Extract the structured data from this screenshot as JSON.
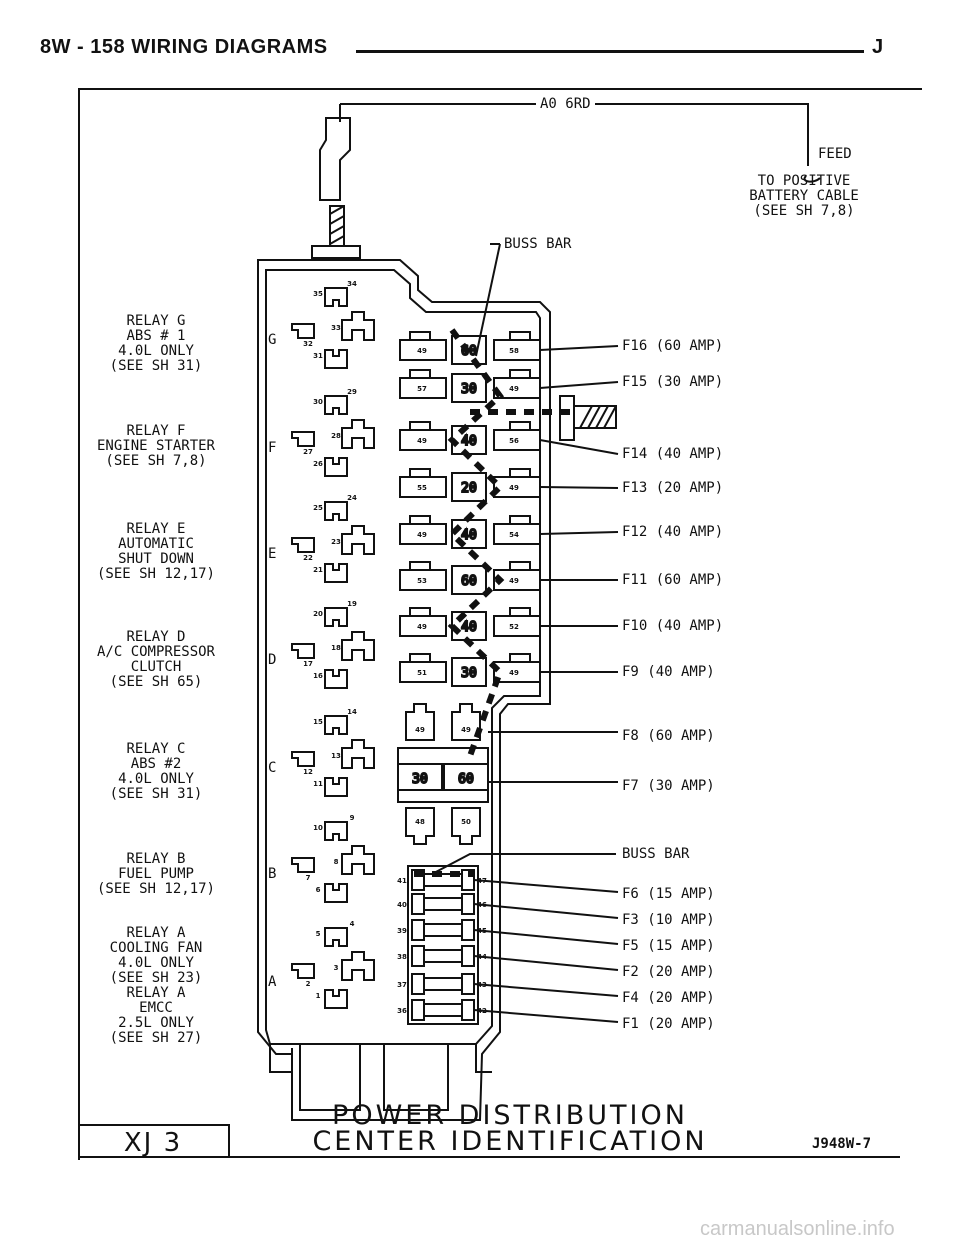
{
  "header": {
    "left": "8W - 158   WIRING DIAGRAMS",
    "right": "J"
  },
  "top": {
    "wire_label": "A0 6RD",
    "feed_label": "FEED",
    "battery_label": [
      "TO POSITIVE",
      "BATTERY CABLE",
      "(SEE SH 7,8)"
    ],
    "buss_bar_top": "BUSS BAR",
    "buss_bar_bottom": "BUSS BAR"
  },
  "relays": [
    {
      "lines": [
        "RELAY G",
        "ABS # 1",
        "4.0L ONLY",
        "(SEE SH 31)"
      ]
    },
    {
      "lines": [
        "RELAY F",
        "ENGINE STARTER",
        "(SEE SH 7,8)"
      ]
    },
    {
      "lines": [
        "RELAY E",
        "AUTOMATIC",
        "SHUT DOWN",
        "(SEE SH 12,17)"
      ]
    },
    {
      "lines": [
        "RELAY D",
        "A/C COMPRESSOR",
        "CLUTCH",
        "(SEE SH 65)"
      ]
    },
    {
      "lines": [
        "RELAY C",
        "ABS #2",
        "4.0L ONLY",
        "(SEE SH 31)"
      ]
    },
    {
      "lines": [
        "RELAY B",
        "FUEL PUMP",
        "(SEE SH 12,17)"
      ]
    },
    {
      "lines": [
        "RELAY A",
        "COOLING FAN",
        "4.0L ONLY",
        "(SEE SH 23)",
        "RELAY A",
        "EMCC",
        "2.5L ONLY",
        "(SEE SH 27)"
      ]
    }
  ],
  "relay_letters": [
    "G",
    "F",
    "E",
    "D",
    "C",
    "B",
    "A"
  ],
  "relay_pin_numbers": [
    [
      "35",
      "34",
      "33",
      "32",
      "31",
      "30",
      "29"
    ],
    [
      "28",
      "27",
      "26",
      "25",
      "24",
      "23",
      "22"
    ],
    [
      "21",
      "20",
      "19",
      "18",
      "17",
      "16",
      "15"
    ],
    [
      "14",
      "13",
      "12",
      "11",
      "10",
      "9",
      "8"
    ],
    [
      "7",
      "6",
      "5",
      "4",
      "3",
      "2",
      "1"
    ]
  ],
  "maxi_fuses": [
    {
      "value": "60",
      "left_pin": "49",
      "right_pin": "58",
      "label": "F16 (60 AMP)"
    },
    {
      "value": "30",
      "left_pin": "57",
      "right_pin": "49",
      "label": "F15 (30 AMP)"
    },
    {
      "value": "40",
      "left_pin": "49",
      "right_pin": "56",
      "label": "F14 (40 AMP)"
    },
    {
      "value": "20",
      "left_pin": "55",
      "right_pin": "49",
      "label": "F13 (20 AMP)"
    },
    {
      "value": "40",
      "left_pin": "49",
      "right_pin": "54",
      "label": "F12 (40 AMP)"
    },
    {
      "value": "60",
      "left_pin": "53",
      "right_pin": "49",
      "label": "F11 (60 AMP)"
    },
    {
      "value": "40",
      "left_pin": "49",
      "right_pin": "52",
      "label": "F10 (40 AMP)"
    },
    {
      "value": "30",
      "left_pin": "51",
      "right_pin": "49",
      "label": "F9 (40 AMP)"
    }
  ],
  "cartridge_fuses": [
    {
      "value": "30",
      "top_pin": "49",
      "bottom_pin": "48",
      "label": "F8 (60 AMP)"
    },
    {
      "value": "60",
      "top_pin": "49",
      "bottom_pin": "50",
      "label": "F7 (30 AMP)"
    }
  ],
  "mini_fuses": [
    {
      "left_pin": "41",
      "right_pin": "47",
      "label": "F6 (15 AMP)"
    },
    {
      "left_pin": "40",
      "right_pin": "46",
      "label": "F3 (10 AMP)"
    },
    {
      "left_pin": "39",
      "right_pin": "45",
      "label": "F5 (15 AMP)"
    },
    {
      "left_pin": "38",
      "right_pin": "44",
      "label": "F2 (20 AMP)"
    },
    {
      "left_pin": "37",
      "right_pin": "43",
      "label": "F4 (20 AMP)"
    },
    {
      "left_pin": "36",
      "right_pin": "42",
      "label": "F1 (20 AMP)"
    }
  ],
  "footer": {
    "tag": "XJ 3",
    "title_line1": "POWER DISTRIBUTION",
    "title_line2": "CENTER IDENTIFICATION",
    "code": "J948W-7",
    "watermark": "carmanualsonline.info"
  }
}
